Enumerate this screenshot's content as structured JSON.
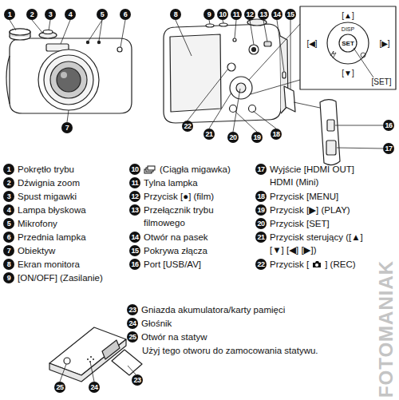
{
  "diagram": {
    "labels": [
      "1",
      "2",
      "3",
      "4",
      "5",
      "6",
      "7",
      "8",
      "9",
      "10",
      "11",
      "12",
      "13",
      "14",
      "15",
      "22",
      "21",
      "20",
      "19",
      "18",
      "16",
      "17",
      "[▲]",
      "DISP",
      "[◀]",
      "SET",
      "[▶]",
      "[▼]",
      "[SET]",
      "1",
      "Pokrętło trybu",
      "2",
      "Dźwignia zoom",
      "3",
      "Spust migawki",
      "4",
      "Lampa błyskowa",
      "5",
      "Mikrofony",
      "6",
      "Przednia lampka",
      "7",
      "Obiektyw",
      "8",
      "Ekran monitora",
      "9",
      "[ON/OFF] (Zasilanie)",
      "10",
      "(Ciągła migawka)",
      "11",
      "Tylna lampka",
      "12",
      "Przycisk [●] (film)",
      "13",
      "Przełącznik trybu filmowego",
      "14",
      "Otwór na pasek",
      "15",
      "Pokrywa złącza",
      "16",
      "Port [USB/AV]",
      "17",
      "Wyjście [HDMI OUT] HDMI (Mini)",
      "18",
      "Przycisk [MENU]",
      "19",
      "Przycisk [▶] (PLAY)",
      "20",
      "Przycisk [SET]",
      "21",
      "Przycisk sterujący ([▲] [▼] [◀] [▶])",
      "22",
      "Przycisk [",
      "] (REC)",
      "23",
      "Gniazda akumulatora/karty pamięci",
      "24",
      "Głośnik",
      "25",
      "Otwór na statyw",
      "Użyj tego otworu do zamocowania statywu.",
      "25",
      "24",
      "23",
      "FOTOMANIAK"
    ]
  }
}
